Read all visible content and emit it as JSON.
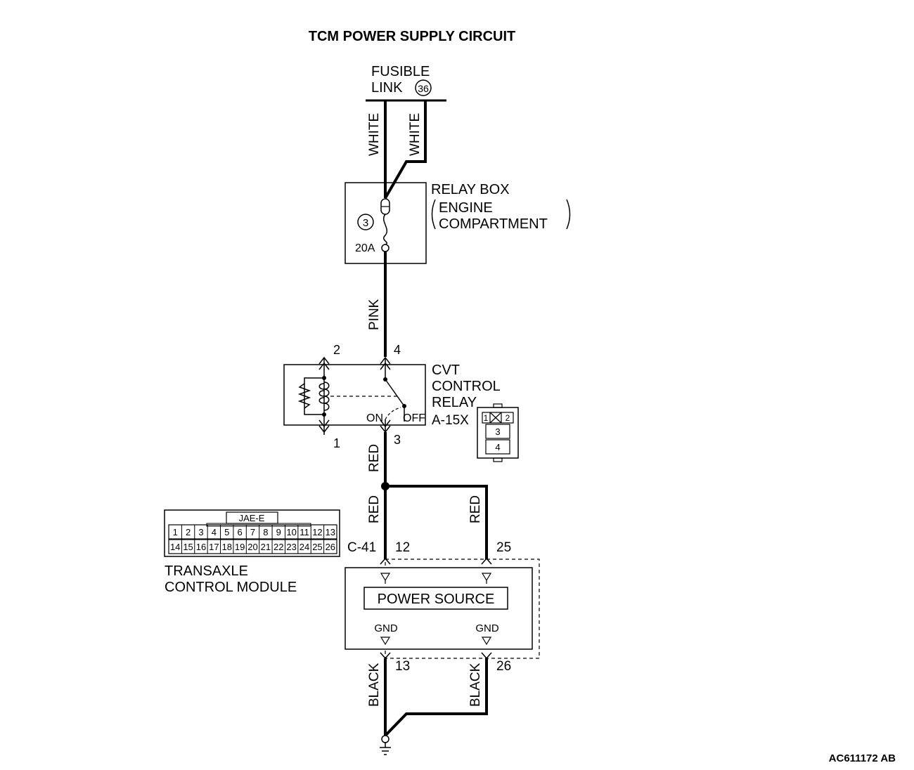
{
  "title": "TCM POWER SUPPLY CIRCUIT",
  "fusible_link": {
    "line1": "FUSIBLE",
    "line2": "LINK",
    "number": "36"
  },
  "wires": {
    "white_left": "WHITE",
    "white_right": "WHITE",
    "pink": "PINK",
    "red_upper": "RED",
    "red_left": "RED",
    "red_right": "RED",
    "black_left": "BLACK",
    "black_right": "BLACK"
  },
  "relay_box": {
    "label1": "RELAY BOX",
    "label2": "ENGINE",
    "label3": "COMPARTMENT",
    "fuse_number": "3",
    "fuse_rating": "20A"
  },
  "cvt_relay": {
    "label1": "CVT",
    "label2": "CONTROL",
    "label3": "RELAY",
    "connector": "A-15X",
    "pin_2": "2",
    "pin_4": "4",
    "pin_1": "1",
    "pin_3": "3",
    "on": "ON",
    "off": "OFF",
    "connector_pins": {
      "p1": "1",
      "p2": "2",
      "p3": "3",
      "p4": "4"
    }
  },
  "tcm": {
    "connector": "C-41",
    "pin_12": "12",
    "pin_25": "25",
    "pin_13": "13",
    "pin_26": "26",
    "power_source": "POWER SOURCE",
    "gnd_left": "GND",
    "gnd_right": "GND",
    "label1": "TRANSAXLE",
    "label2": "CONTROL MODULE",
    "connector_type": "JAE-E",
    "row1": [
      "1",
      "2",
      "3",
      "4",
      "5",
      "6",
      "7",
      "8",
      "9",
      "10",
      "11",
      "12",
      "13"
    ],
    "row2": [
      "14",
      "15",
      "16",
      "17",
      "18",
      "19",
      "20",
      "21",
      "22",
      "23",
      "24",
      "25",
      "26"
    ]
  },
  "figure_code": "AC611172 AB"
}
